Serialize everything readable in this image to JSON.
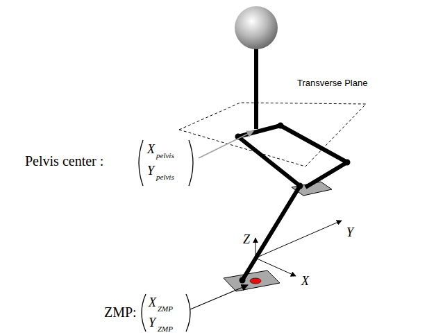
{
  "diagram": {
    "labels": [
      "Transverse Plane",
      "Z",
      "Y",
      "X",
      "Pelvis center :",
      "X",
      "pelvis",
      "Y",
      "pelvis",
      "ZMP:",
      "X",
      "ZMP",
      "Y",
      "ZMP"
    ]
  }
}
